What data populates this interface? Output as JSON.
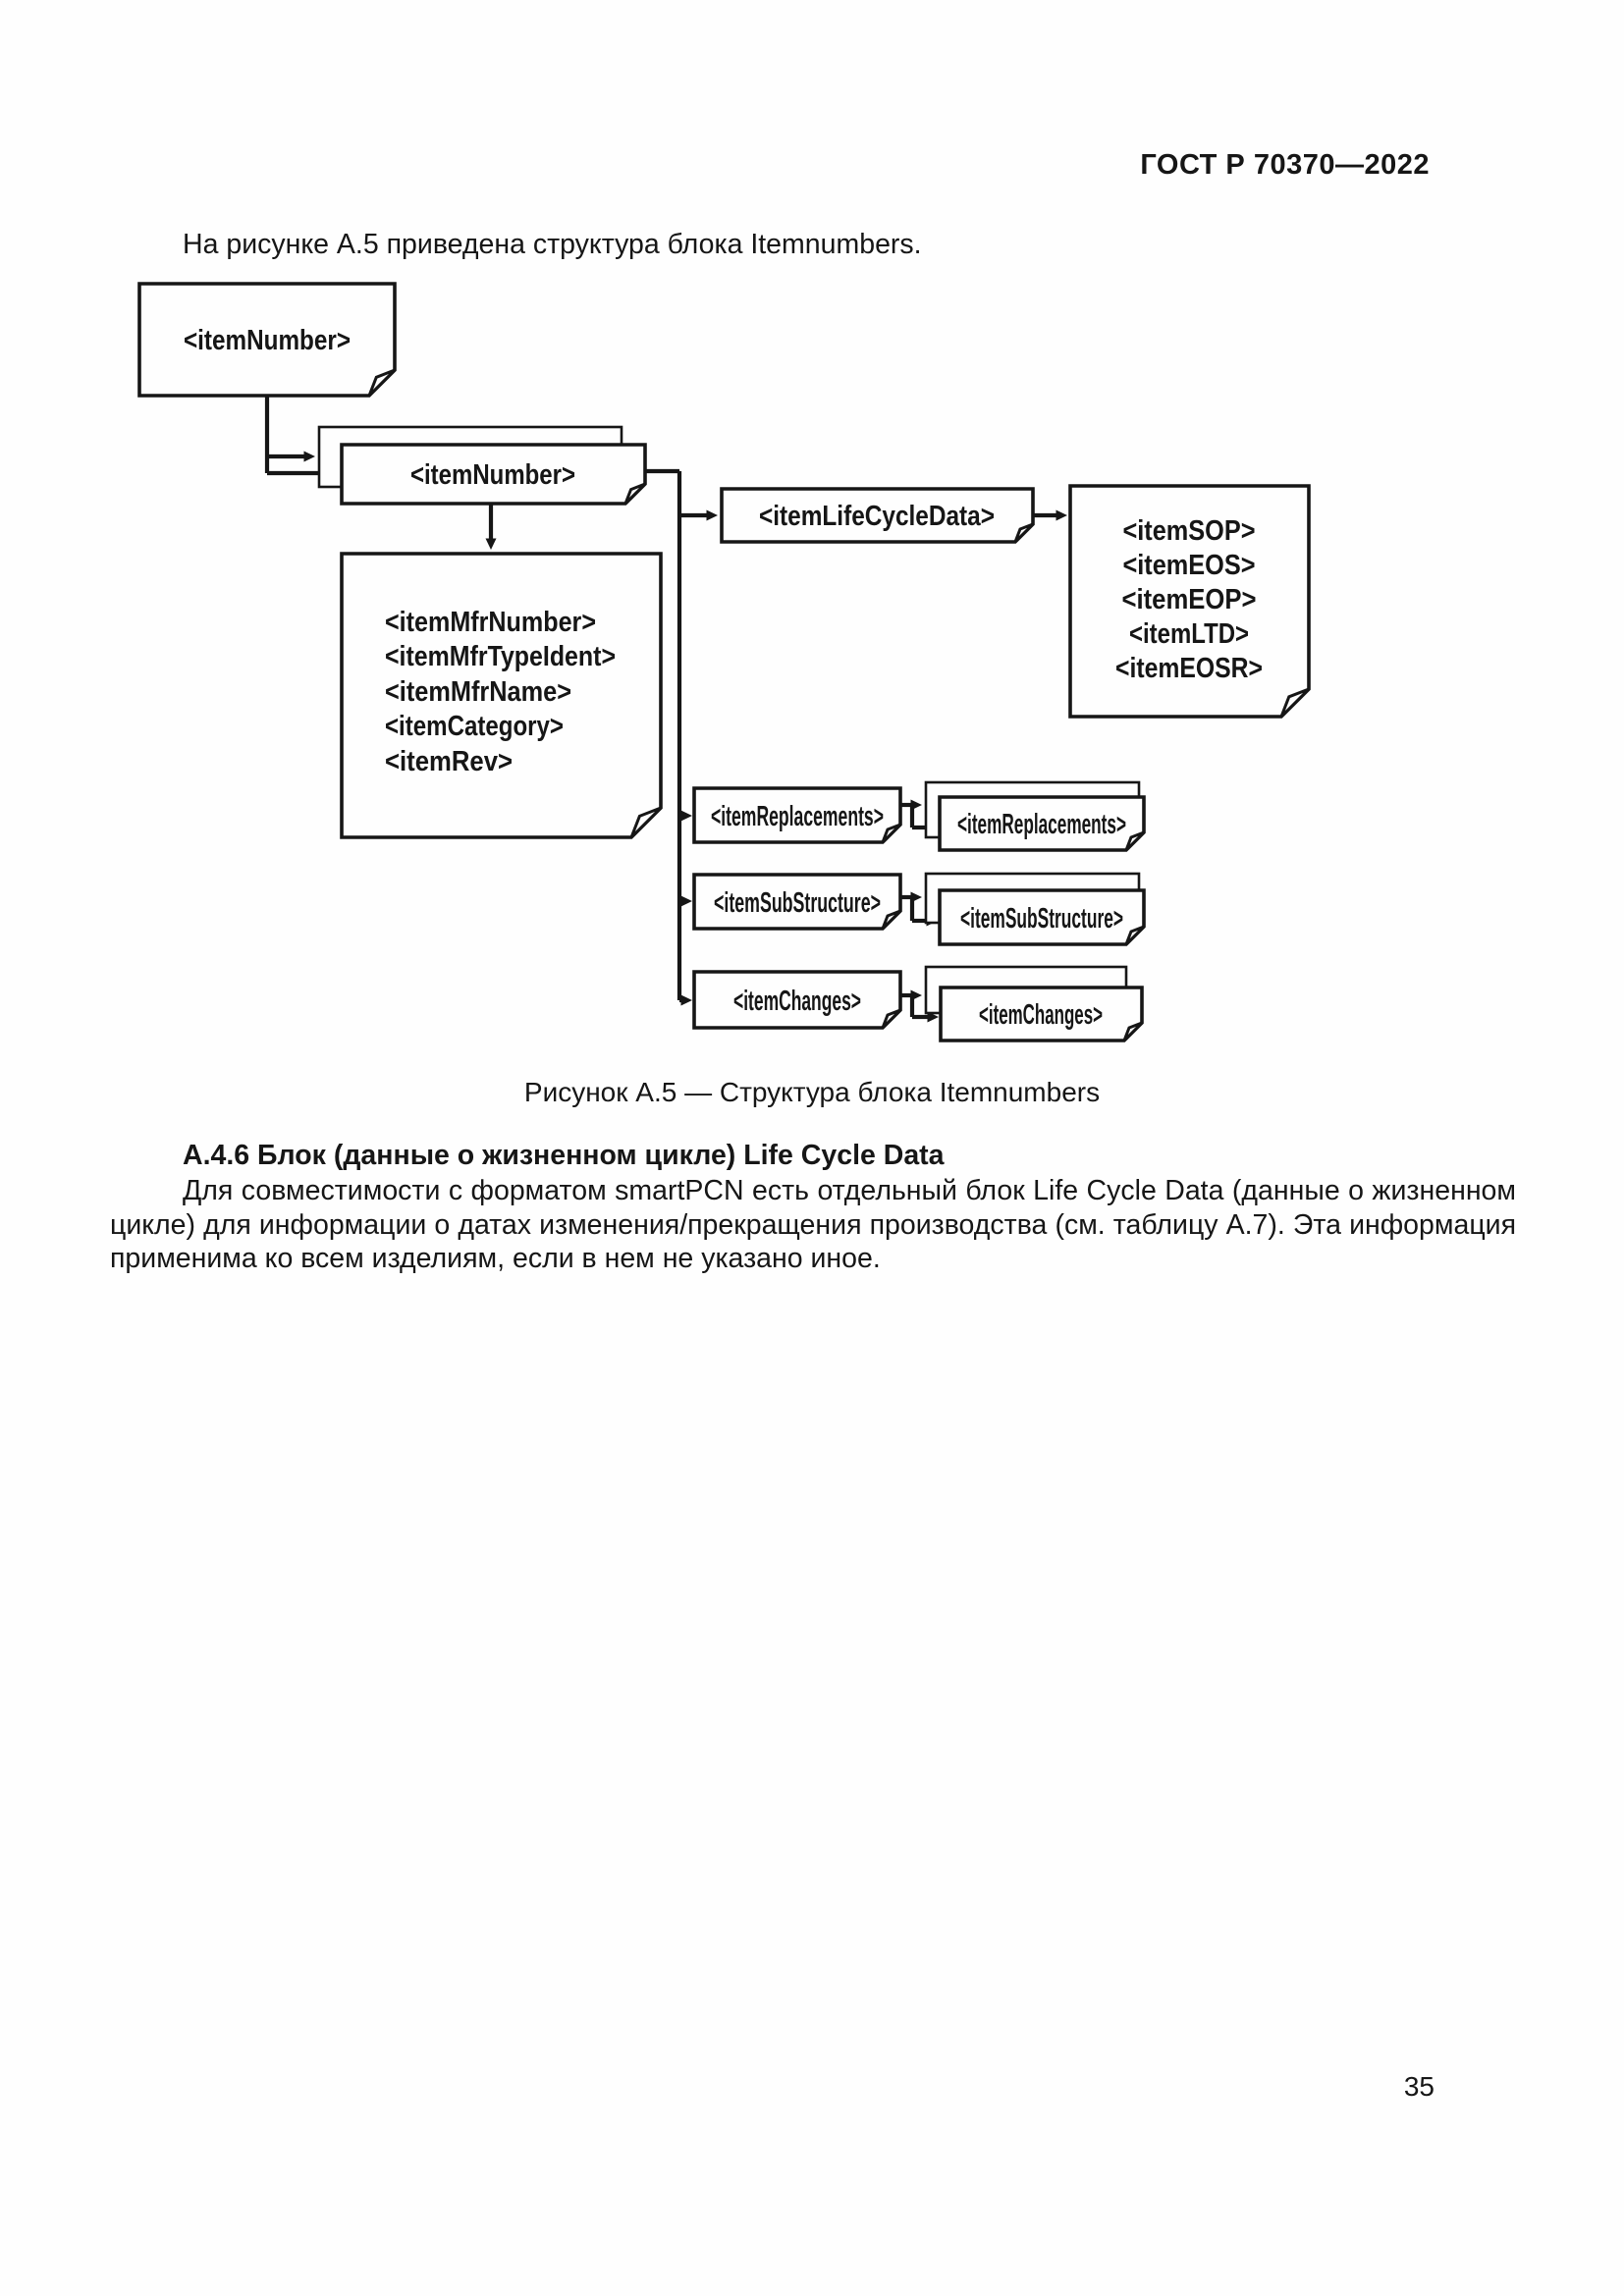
{
  "document": {
    "header": "ГОСТ Р 70370—2022",
    "intro_text": "На рисунке А.5 приведена структура блока Itemnumbers.",
    "figure_caption": "Рисунок А.5 — Структура блока Itemnumbers",
    "section_heading": "А.4.6 Блок (данные о жизненном цикле) Life Cycle Data",
    "paragraph": "Для совместимости с форматом smartPCN есть отдельный блок Life Cycle Data (данные о жизненном цикле) для информации о датах изменения/прекращения производства (см. таблицу А.7). Эта информация применима ко всем изделиям, если в нем не указано иное.",
    "page_number": "35"
  },
  "diagram": {
    "root_label": "<itemNumber>",
    "item_number_label": "<itemNumber>",
    "mfr_lines": [
      "<itemMfrNumber>",
      "<itemMfrTypeIdent>",
      "<itemMfrName>",
      "<itemCategory>",
      "<itemRev>"
    ],
    "lifecycle_link_label": "<itemLifeCycleData>",
    "lifecycle_lines": [
      "<itemSOP>",
      "<itemEOS>",
      "<itemEOP>",
      "<itemLTD>",
      "<itemEOSR>"
    ],
    "replacements": {
      "source": "<itemReplacements>",
      "target": "<itemReplacements>"
    },
    "substructure": {
      "source": "<itemSubStructure>",
      "target": "<itemSubStructure>"
    },
    "changes": {
      "source": "<itemChanges>",
      "target": "<itemChanges>"
    }
  },
  "colors": {
    "ink": "#161616",
    "paper": "#fefefe"
  }
}
